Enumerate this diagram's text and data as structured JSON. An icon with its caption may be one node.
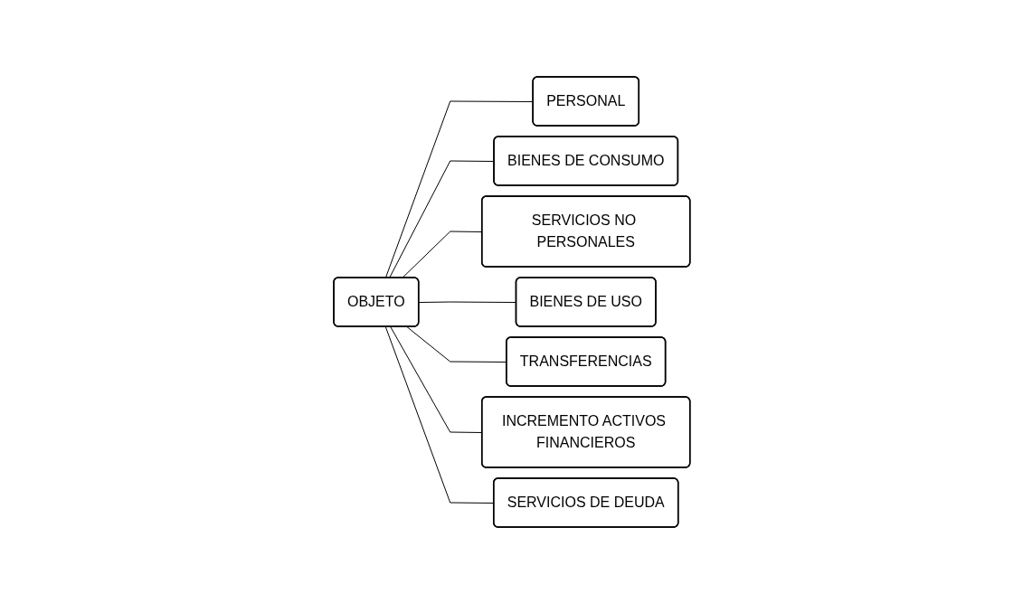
{
  "diagram": {
    "nodes": [
      {
        "text": [
          "OBJETO"
        ]
      },
      {
        "text": [
          "PERSONAL"
        ]
      },
      {
        "text": [
          "BIENES DE CONSUMO"
        ]
      },
      {
        "text": [
          "SERVICIOS NO PERSONALES"
        ]
      },
      {
        "text": [
          "BIENES DE USO"
        ]
      },
      {
        "text": [
          "TRANSFERENCIAS"
        ]
      },
      {
        "text": [
          "INCREMENTO ACTIVOS FINANCIEROS"
        ]
      },
      {
        "text": [
          "SERVICIOS DE DEUDA"
        ]
      }
    ],
    "edges": [
      {
        "from": 0,
        "to": 1,
        "arrow": "none"
      },
      {
        "from": 0,
        "to": 2,
        "arrow": "none"
      },
      {
        "from": 0,
        "to": 3,
        "arrow": "none"
      },
      {
        "from": 0,
        "to": 4,
        "arrow": "none"
      },
      {
        "from": 0,
        "to": 5,
        "arrow": "none"
      },
      {
        "from": 0,
        "to": 6,
        "arrow": "none"
      },
      {
        "from": 0,
        "to": 7,
        "arrow": "none"
      }
    ]
  }
}
